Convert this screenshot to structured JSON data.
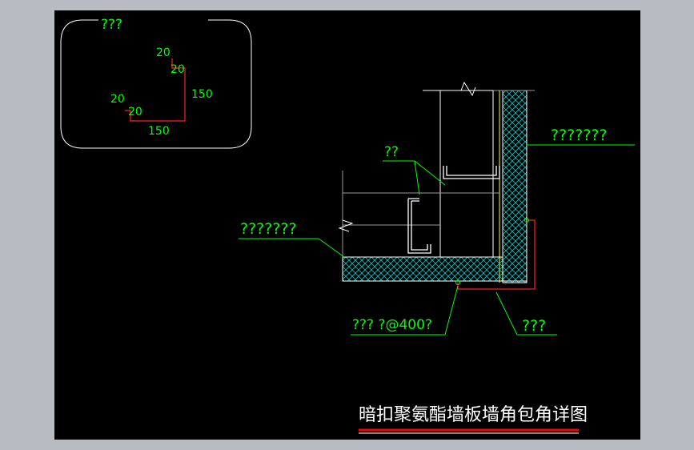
{
  "colors": {
    "background": "#000000",
    "frame": "#b7bcc3",
    "label_green": "#00ff00",
    "line_white": "#ffffff",
    "line_gray": "#9a9a9a",
    "dim_red": "#ff2020",
    "hatch_cyan": "#00c8c8",
    "title_underline": "#ff0000"
  },
  "inset": {
    "label": "???",
    "dim_a": "20",
    "dim_b": "20",
    "dim_c": "150",
    "dim_d": "20",
    "dim_e": "20",
    "dim_f": "150"
  },
  "labels": {
    "top_right": "???????",
    "purlin": "??",
    "left_panel": "???????",
    "bottom_left": "??? ?@400?",
    "bottom_right": "???"
  },
  "title": "暗扣聚氨酯墙板墙角包角详图"
}
